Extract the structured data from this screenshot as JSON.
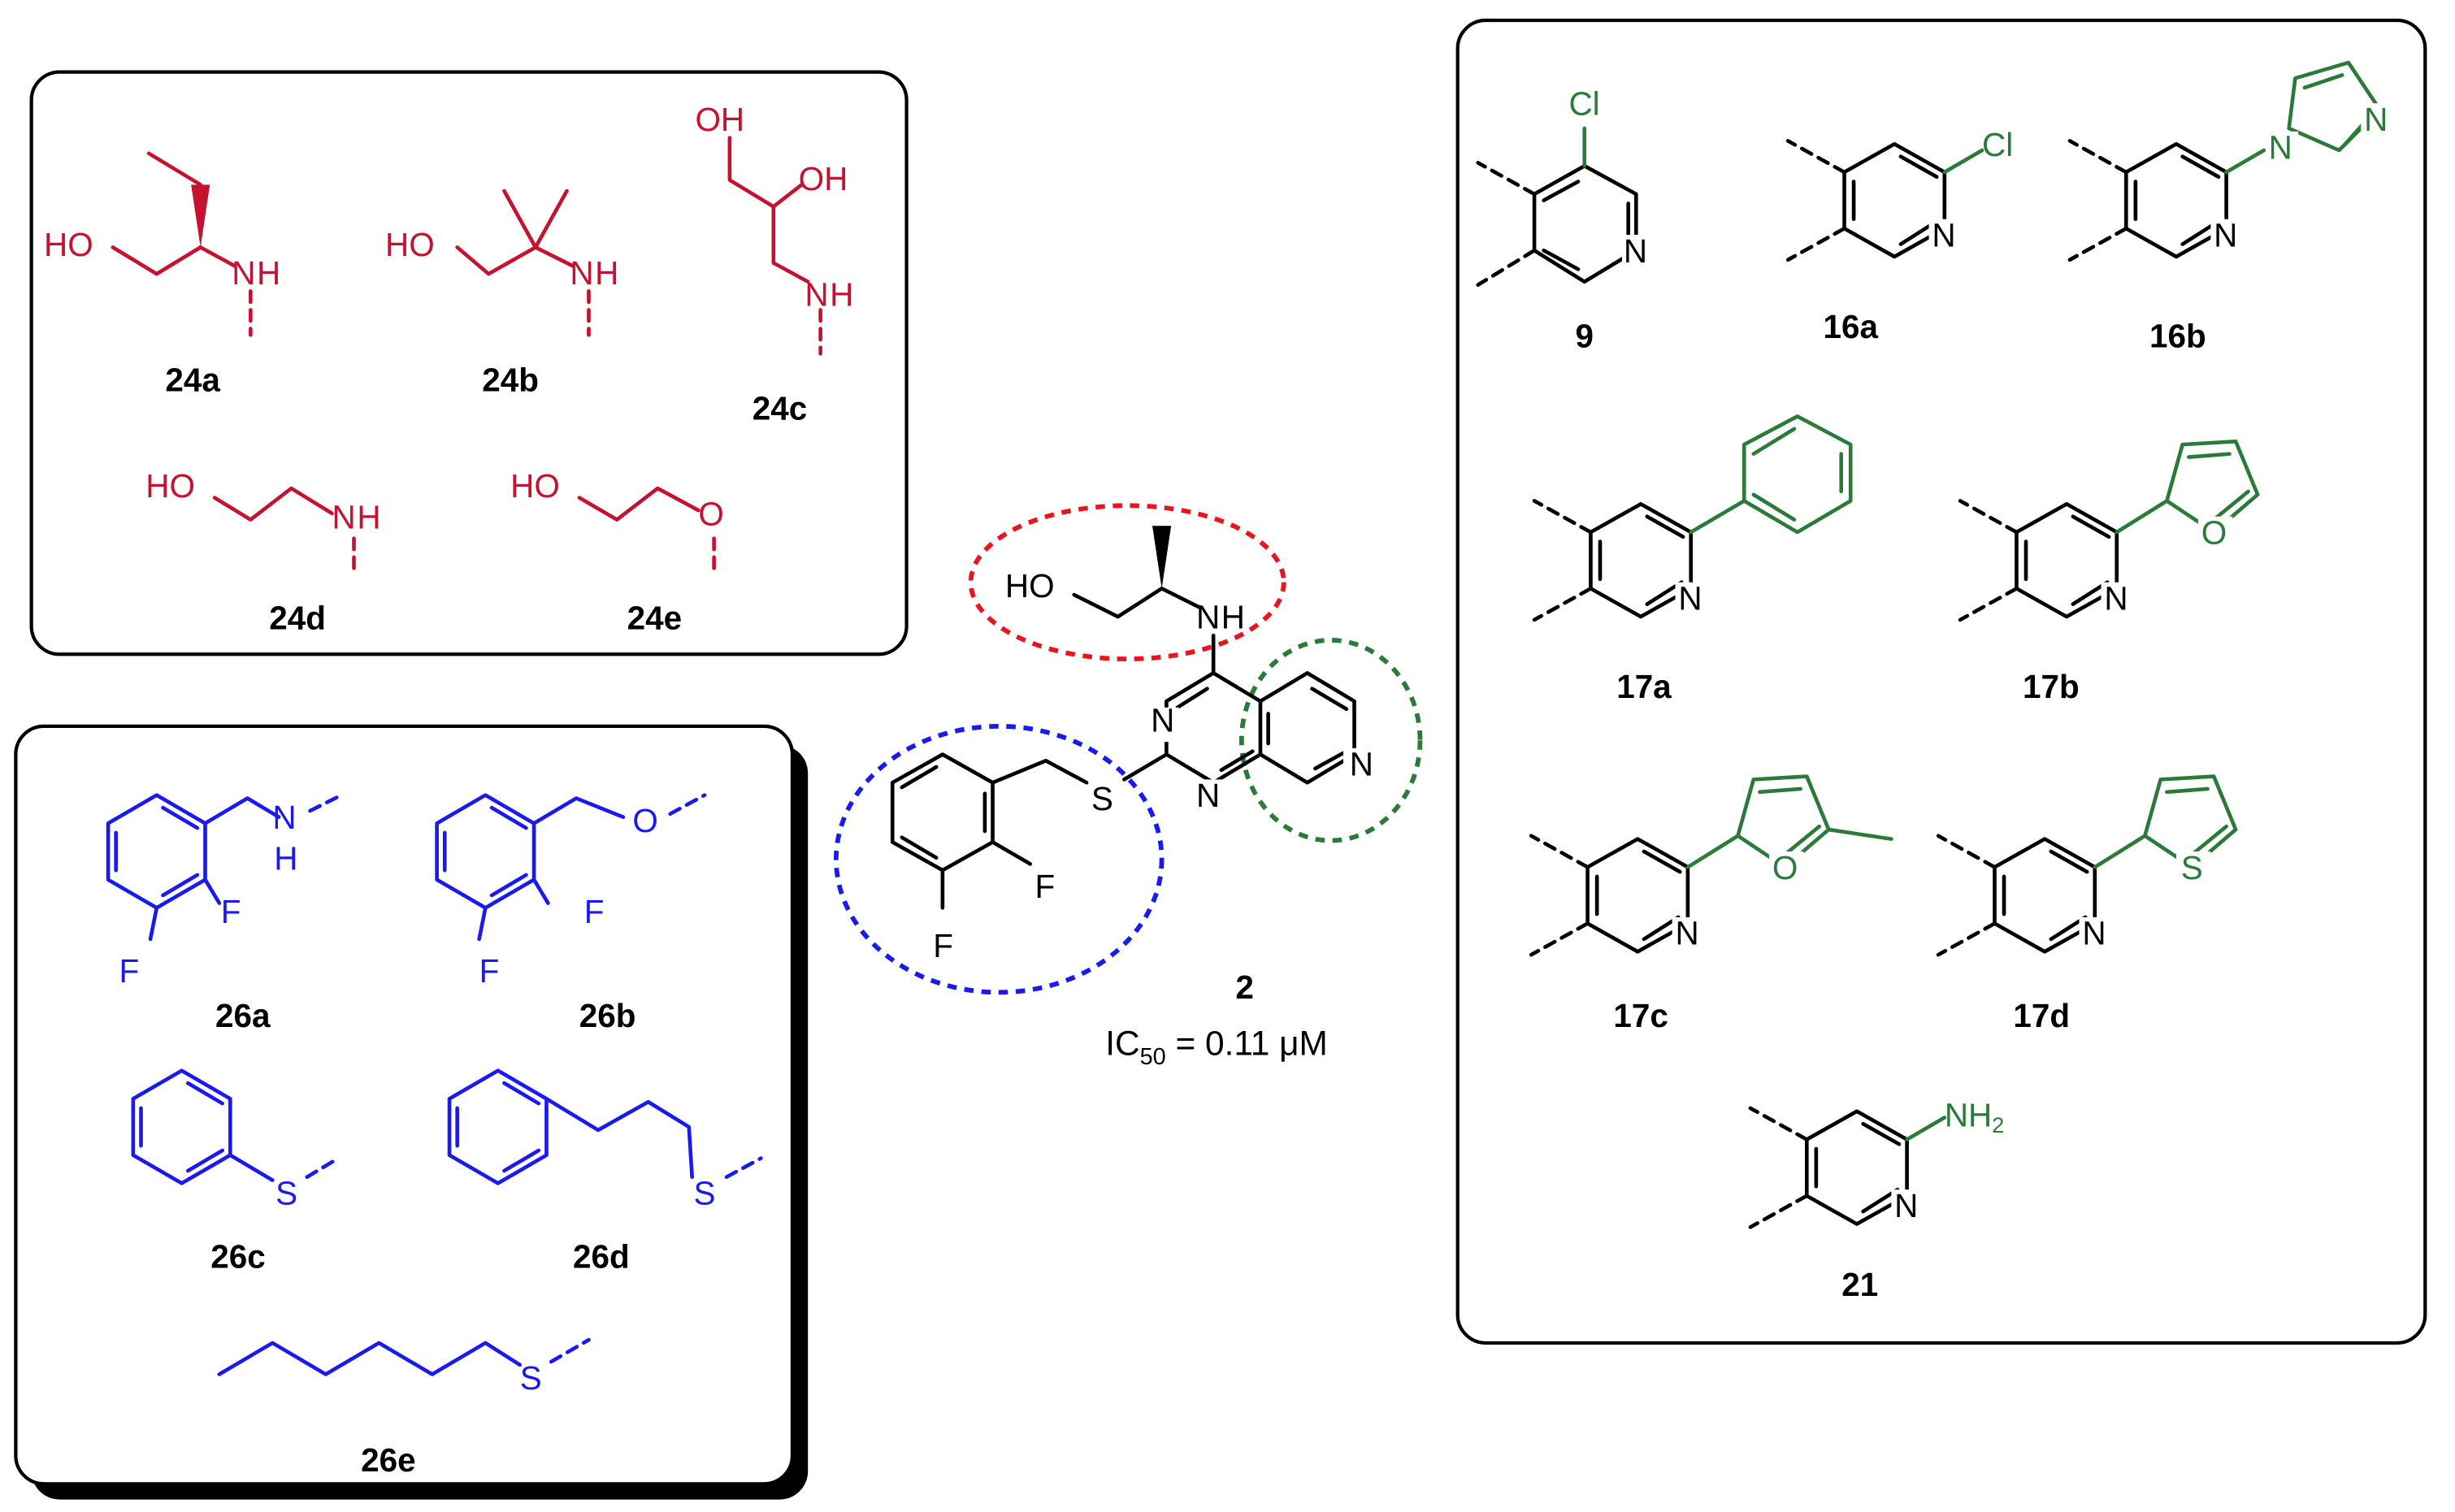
{
  "colors": {
    "red": "#c41230",
    "blue": "#1a1aee",
    "green": "#2a7a3a",
    "black": "#000000",
    "oval_red": "#e8141e",
    "oval_blue": "#1a1aee",
    "oval_green": "#2a7a3a"
  },
  "boxes": {
    "top_left": {
      "compounds": [
        {
          "id": "24a",
          "label": "24a",
          "atoms": {
            "ho": "HO",
            "nh_n": "N",
            "nh_h": "H"
          }
        },
        {
          "id": "24b",
          "label": "24b",
          "atoms": {
            "ho": "HO",
            "nh_n": "N",
            "nh_h": "H"
          }
        },
        {
          "id": "24c",
          "label": "24c",
          "atoms": {
            "oh1": "OH",
            "oh2": "OH",
            "nh_n": "N",
            "nh_h": "H"
          }
        },
        {
          "id": "24d",
          "label": "24d",
          "atoms": {
            "ho": "HO",
            "nh_n": "N",
            "nh_h": "H"
          }
        },
        {
          "id": "24e",
          "label": "24e",
          "atoms": {
            "ho": "HO",
            "o": "O"
          }
        }
      ]
    },
    "bottom_left": {
      "compounds": [
        {
          "id": "26a",
          "label": "26a",
          "atoms": {
            "n": "N",
            "h": "H",
            "f1": "F",
            "f2": "F"
          }
        },
        {
          "id": "26b",
          "label": "26b",
          "atoms": {
            "o": "O",
            "f1": "F",
            "f2": "F"
          }
        },
        {
          "id": "26c",
          "label": "26c",
          "atoms": {
            "s": "S"
          }
        },
        {
          "id": "26d",
          "label": "26d",
          "atoms": {
            "s": "S"
          }
        },
        {
          "id": "26e",
          "label": "26e",
          "atoms": {
            "s": "S"
          }
        }
      ]
    },
    "right": {
      "compounds": [
        {
          "id": "9",
          "label": "9",
          "atoms": {
            "cl": "Cl",
            "n": "N"
          }
        },
        {
          "id": "16a",
          "label": "16a",
          "atoms": {
            "cl": "Cl",
            "n": "N"
          }
        },
        {
          "id": "16b",
          "label": "16b",
          "atoms": {
            "n": "N",
            "im_n1": "N",
            "im_n2": "N"
          }
        },
        {
          "id": "17a",
          "label": "17a",
          "atoms": {
            "n": "N"
          }
        },
        {
          "id": "17b",
          "label": "17b",
          "atoms": {
            "n": "N",
            "o": "O"
          }
        },
        {
          "id": "17c",
          "label": "17c",
          "atoms": {
            "n": "N",
            "o": "O"
          }
        },
        {
          "id": "17d",
          "label": "17d",
          "atoms": {
            "n": "N",
            "s": "S"
          }
        },
        {
          "id": "21",
          "label": "21",
          "atoms": {
            "n": "N",
            "nh2_main": "NH",
            "nh2_sub": "2"
          }
        }
      ]
    }
  },
  "center": {
    "label": "2",
    "ic50": {
      "prefix": "IC",
      "subscript": "50",
      "value": " = 0.11 μM"
    },
    "atoms": {
      "ho": "HO",
      "nh_n": "N",
      "nh_h": "H",
      "n1": "N",
      "n2": "N",
      "n3": "N",
      "s": "S",
      "f1": "F",
      "f2": "F"
    }
  }
}
